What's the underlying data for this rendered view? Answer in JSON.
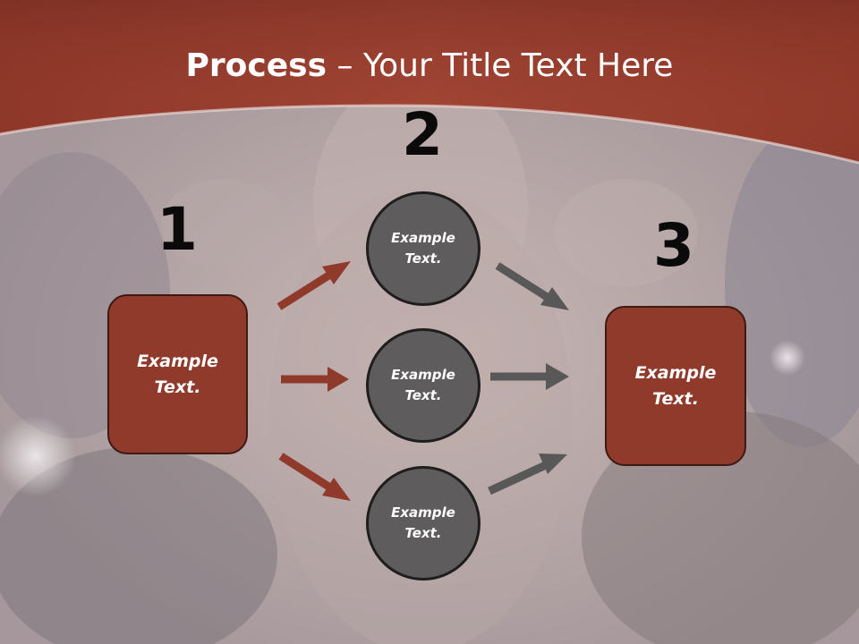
{
  "title": {
    "bold": "Process",
    "rest": " – Your Title Text Here"
  },
  "numbers": {
    "n1": "1",
    "n2": "2",
    "n3": "3"
  },
  "left_box": {
    "text_line1": "Example",
    "text_line2": "Text."
  },
  "right_box": {
    "text_line1": "Example",
    "text_line2": "Text."
  },
  "circles": [
    {
      "line1": "Example",
      "line2": "Text."
    },
    {
      "line1": "Example",
      "line2": "Text."
    },
    {
      "line1": "Example",
      "line2": "Text."
    }
  ],
  "colors": {
    "header": "#8f3a2a",
    "box_fill": "#8f3a2a",
    "circle_fill": "#5e5c5c",
    "arrow_red": "#8f3a2a",
    "arrow_gray": "#595858"
  }
}
